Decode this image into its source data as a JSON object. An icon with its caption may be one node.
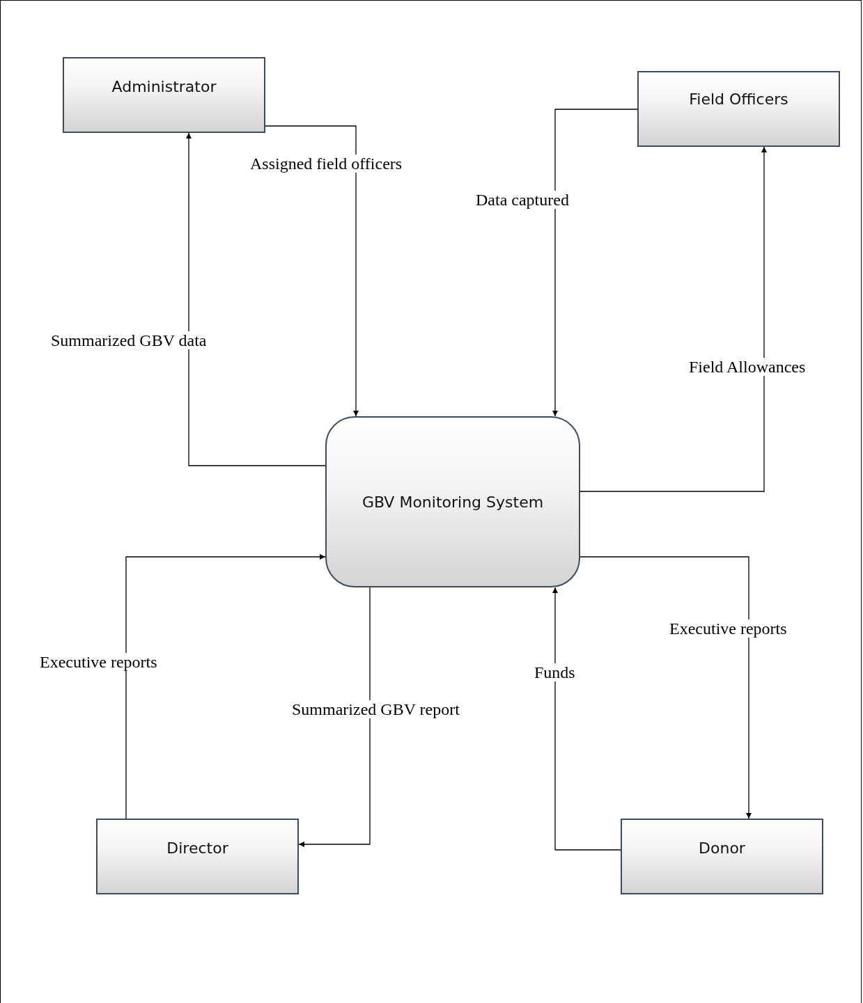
{
  "diagram": {
    "nodes": [
      {
        "text": [
          "Administrator"
        ]
      },
      {
        "text": [
          "Field Officers"
        ]
      },
      {
        "text": [
          "GBV Monitoring System"
        ]
      },
      {
        "text": [
          "Director"
        ]
      },
      {
        "text": [
          "Donor"
        ]
      }
    ],
    "edges": [
      {
        "from": 0,
        "to": 2,
        "arrow": "to",
        "label": "Assigned field officers"
      },
      {
        "from": 2,
        "to": 0,
        "arrow": "to",
        "label": "Summarized GBV data"
      },
      {
        "from": 1,
        "to": 2,
        "arrow": "to",
        "label": "Data captured"
      },
      {
        "from": 2,
        "to": 1,
        "arrow": "to",
        "label": "Field Allowances"
      },
      {
        "from": 3,
        "to": 2,
        "arrow": "to",
        "label": "Executive reports"
      },
      {
        "from": 2,
        "to": 3,
        "arrow": "to",
        "label": "Summarized GBV report"
      },
      {
        "from": 4,
        "to": 2,
        "arrow": "to",
        "label": "Funds"
      },
      {
        "from": 2,
        "to": 4,
        "arrow": "to",
        "label": "Executive reports"
      }
    ]
  }
}
